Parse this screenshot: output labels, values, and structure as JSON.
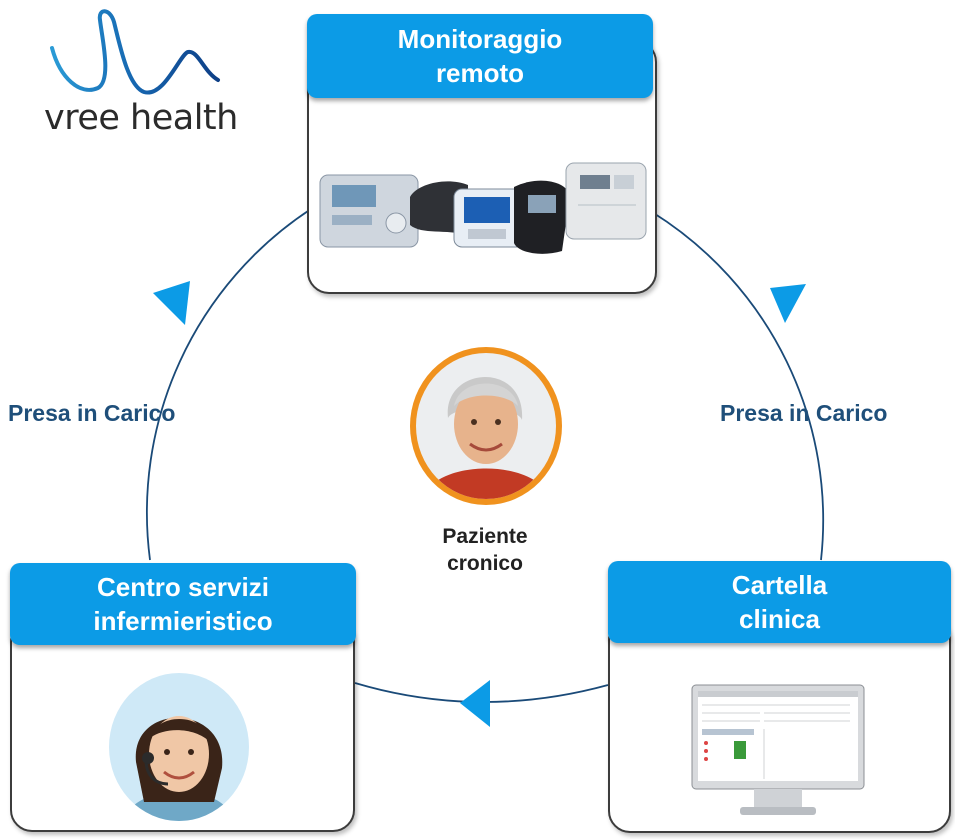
{
  "logo": {
    "text": "vree health",
    "icon": "vree-health-wave-logo"
  },
  "cards": {
    "top": {
      "title_line1": "Monitoraggio",
      "title_line2": "remoto",
      "image": "medical-monitoring-devices"
    },
    "bottom_left": {
      "title_line1": "Centro servizi",
      "title_line2": "infermieristico",
      "image": "nurse-with-headset"
    },
    "bottom_right": {
      "title_line1": "Cartella",
      "title_line2": "clinica",
      "image": "computer-monitor-clinical-record"
    }
  },
  "labels": {
    "left": "Presa in Carico",
    "right": "Presa in Carico"
  },
  "center": {
    "line1": "Paziente",
    "line2": "cronico",
    "image": "elderly-woman-patient"
  },
  "colors": {
    "accent": "#0c9be6",
    "label_text": "#1f4f7a",
    "cycle_line": "#1a4a78",
    "arrow": "#0c9be6",
    "patient_ring": "#f0921e"
  }
}
